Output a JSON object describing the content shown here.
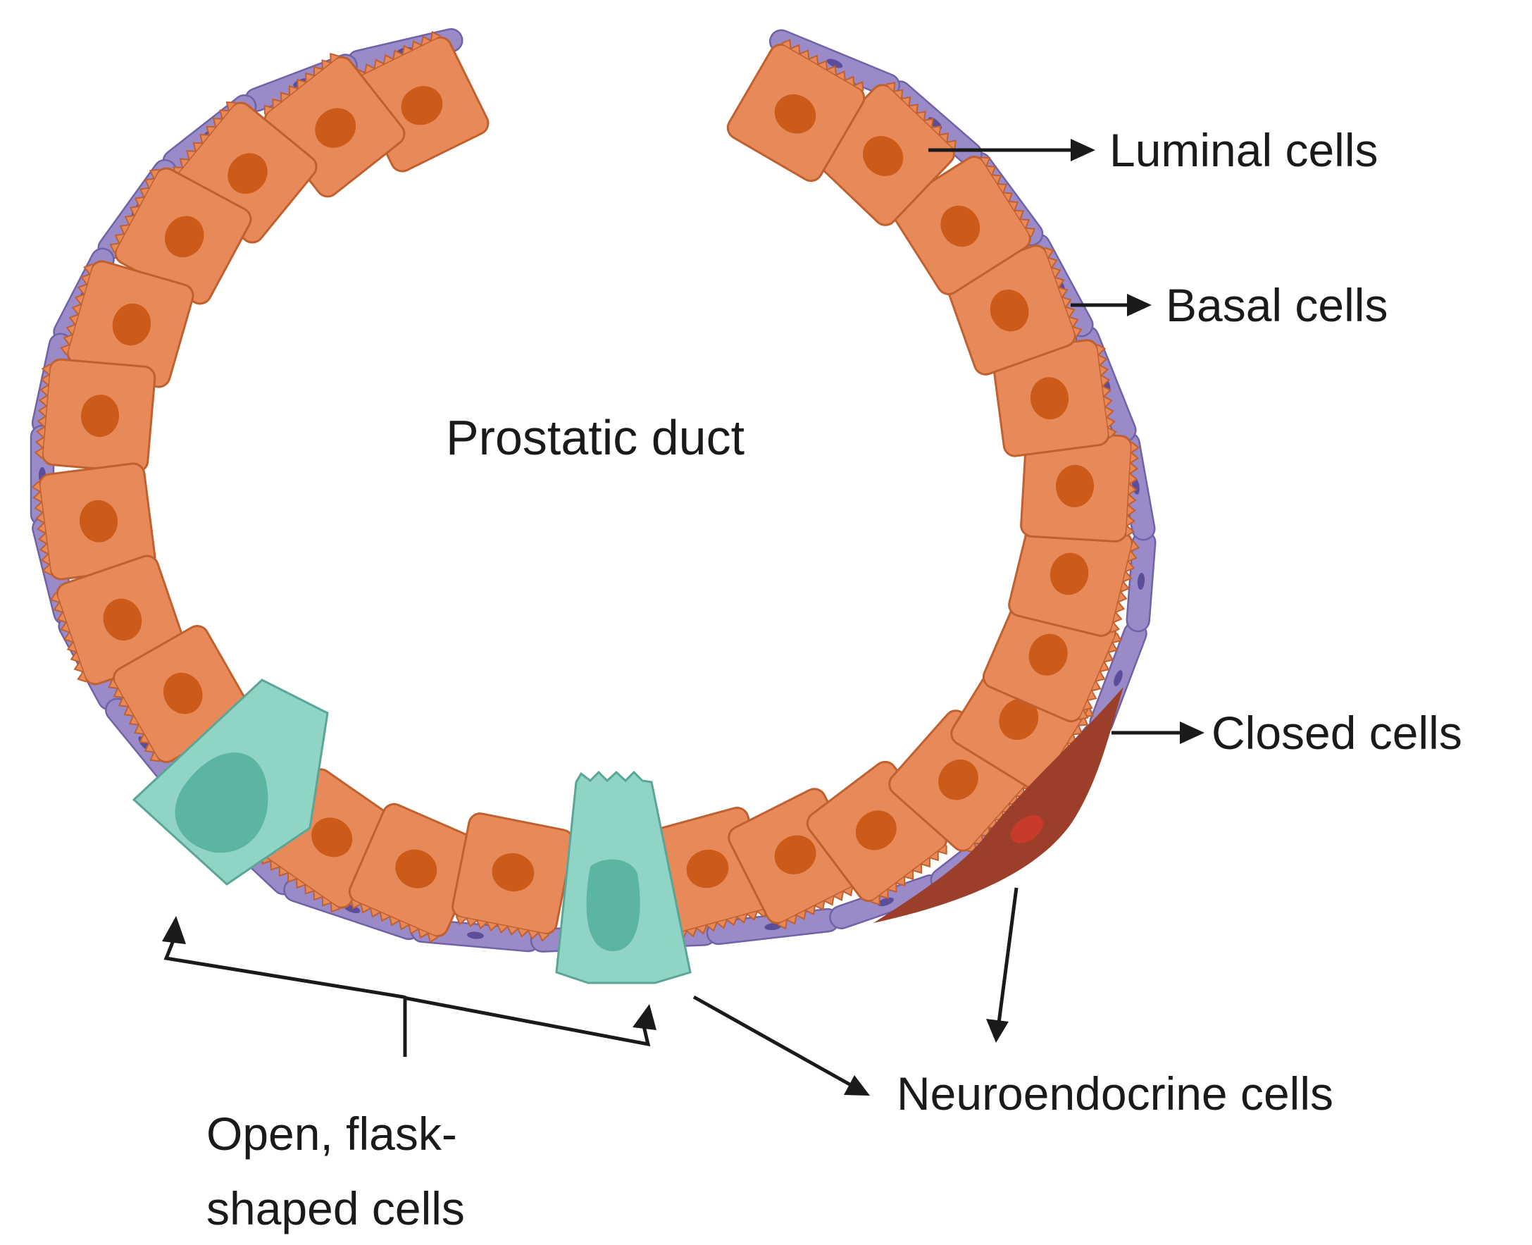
{
  "title": "",
  "labels": {
    "center": "Prostatic duct",
    "luminal": "Luminal cells",
    "basal": "Basal cells",
    "closed": "Closed cells",
    "neuroendocrine": "Neuroendocrine cells",
    "open_line1": "Open, flask-",
    "open_line2": "shaped cells"
  },
  "colors": {
    "luminal_cell": "#e8895a",
    "luminal_outline": "#c0602f",
    "luminal_nucleus": "#cc5a18",
    "basal_cell": "#9b8ac8",
    "basal_outline": "#6f62a6",
    "basal_nucleus": "#5a4d99",
    "open_cell": "#8fd4c4",
    "open_outline": "#5aa596",
    "open_nucleus": "#5cb5a2",
    "closed_cell": "#9c3f2a",
    "closed_nucleus": "#c83a2a"
  }
}
